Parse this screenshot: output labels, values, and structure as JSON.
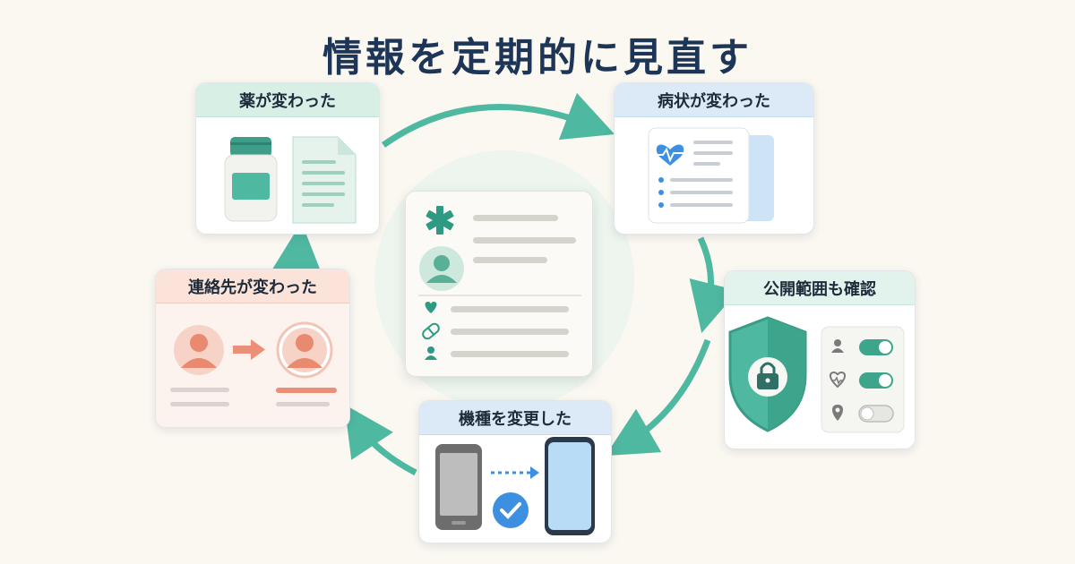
{
  "title": "情報を定期的に見直す",
  "cards": {
    "medicine": {
      "label": "薬が変わった"
    },
    "symptom": {
      "label": "病状が変わった"
    },
    "privacy": {
      "label": "公開範囲も確認"
    },
    "device": {
      "label": "機種を変更した"
    },
    "contact": {
      "label": "連絡先が変わった"
    }
  },
  "colors": {
    "teal": "#4fb8a0",
    "teal_dark": "#2e8f7b",
    "navy": "#1d3557",
    "salmon": "#ec8f78",
    "blue": "#3d8fe0"
  },
  "icons": {
    "center": [
      "medical-star-icon",
      "avatar-icon",
      "heart-icon",
      "pill-icon",
      "person-icon"
    ],
    "privacy": [
      "shield-lock-icon",
      "person-icon",
      "heart-pulse-icon",
      "location-pin-icon"
    ],
    "toggles": [
      true,
      true,
      false
    ]
  }
}
